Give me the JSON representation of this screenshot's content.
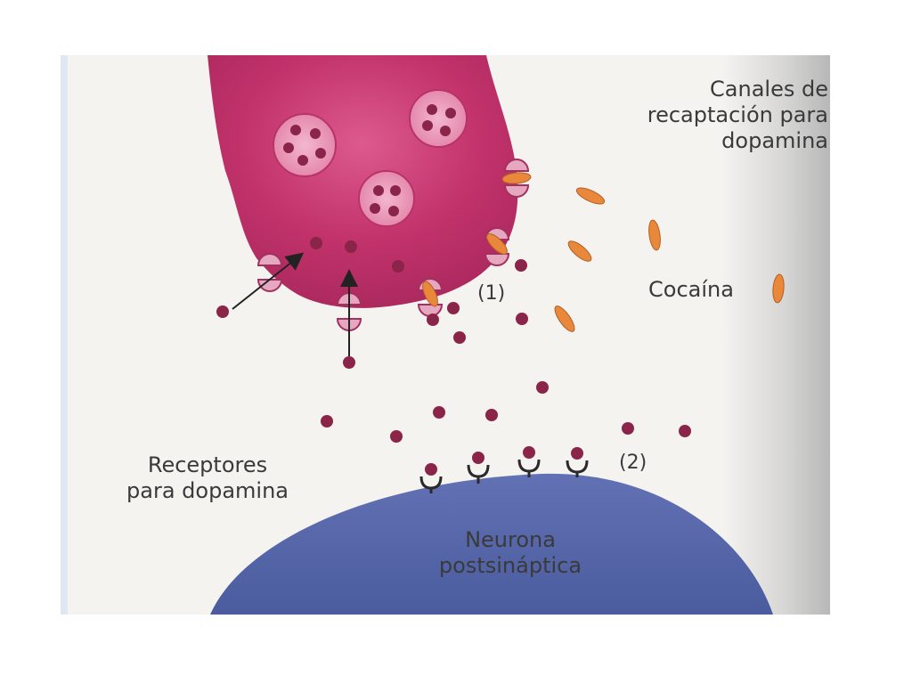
{
  "labels": {
    "reuptake_channels": [
      "Canales de",
      "recaptación para",
      "dopamina"
    ],
    "cocaine": "Cocaína",
    "marker_one": "(1)",
    "marker_two": "(2)",
    "receptors": [
      "Receptores",
      "para dopamina"
    ],
    "postsynaptic_neuron": [
      "Neurona",
      "postsináptica"
    ]
  },
  "colors": {
    "presynaptic": "#c2326b",
    "presynaptic_light": "#de5b8e",
    "vesicle": "#ef9cbd",
    "dopamine": "#8a2448",
    "cocaine": "#e9883a",
    "postsynaptic": "#5566a8",
    "receptor": "#2a2a2a",
    "background": "#f5f3f0",
    "text": "#3a3a3a"
  }
}
